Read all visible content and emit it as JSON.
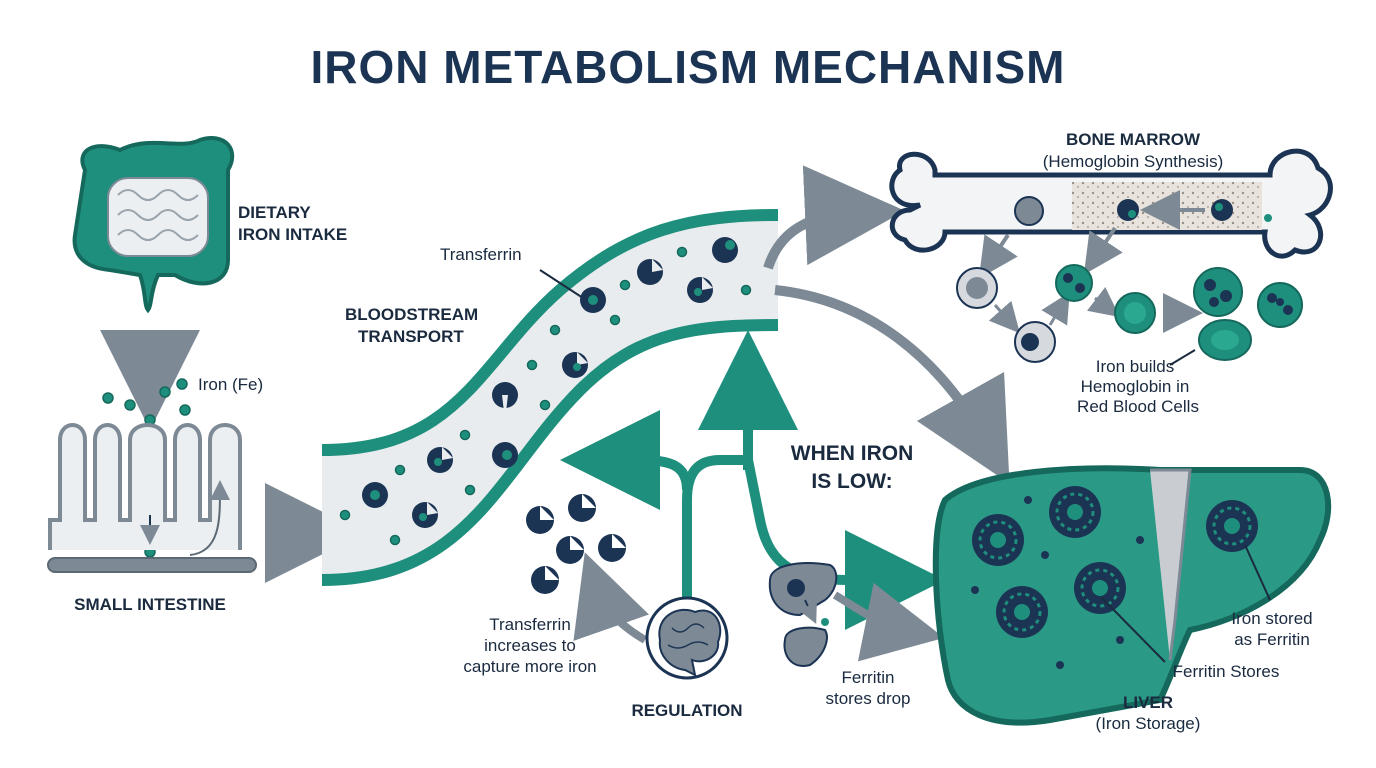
{
  "title": "IRON METABOLISM MECHANISM",
  "labels": {
    "dietary_line1": "DIETARY",
    "dietary_line2": "IRON INTAKE",
    "iron_fe": "Iron (Fe)",
    "small_intestine": "SMALL INTESTINE",
    "transferrin": "Transferrin",
    "bloodstream_line1": "BLOODSTREAM",
    "bloodstream_line2": "TRANSPORT",
    "bone_marrow_line1": "BONE MARROW",
    "bone_marrow_line2": "(Hemoglobin Synthesis)",
    "iron_builds_line1": "Iron builds",
    "iron_builds_line2": "Hemoglobin in",
    "iron_builds_line3": "Red Blood Cells",
    "when_low_line1": "WHEN IRON",
    "when_low_line2": "IS LOW:",
    "transferrin_inc_line1": "Transferrin",
    "transferrin_inc_line2": "increases to",
    "transferrin_inc_line3": "capture more iron",
    "regulation": "REGULATION",
    "ferritin_drop_line1": "Ferritin",
    "ferritin_drop_line2": "stores drop",
    "iron_stored_line1": "Iron stored",
    "iron_stored_line2": "as Ferritin",
    "ferritin_stores": "Ferritin Stores",
    "liver_line1": "LIVER",
    "liver_line2": "(Iron Storage)"
  },
  "colors": {
    "teal": "#1f8f7d",
    "teal_dark": "#15695c",
    "navy": "#1c3454",
    "gray": "#7d8a96",
    "gray_light": "#e9ecee",
    "liver": "#2a9a86"
  },
  "icons": [
    "intestine-icon",
    "villi-icon",
    "blood-vessel-icon",
    "bone-icon",
    "brain-icon",
    "liver-icon",
    "red-blood-cell-icon",
    "transferrin-molecule-icon",
    "ferritin-cluster-icon"
  ]
}
